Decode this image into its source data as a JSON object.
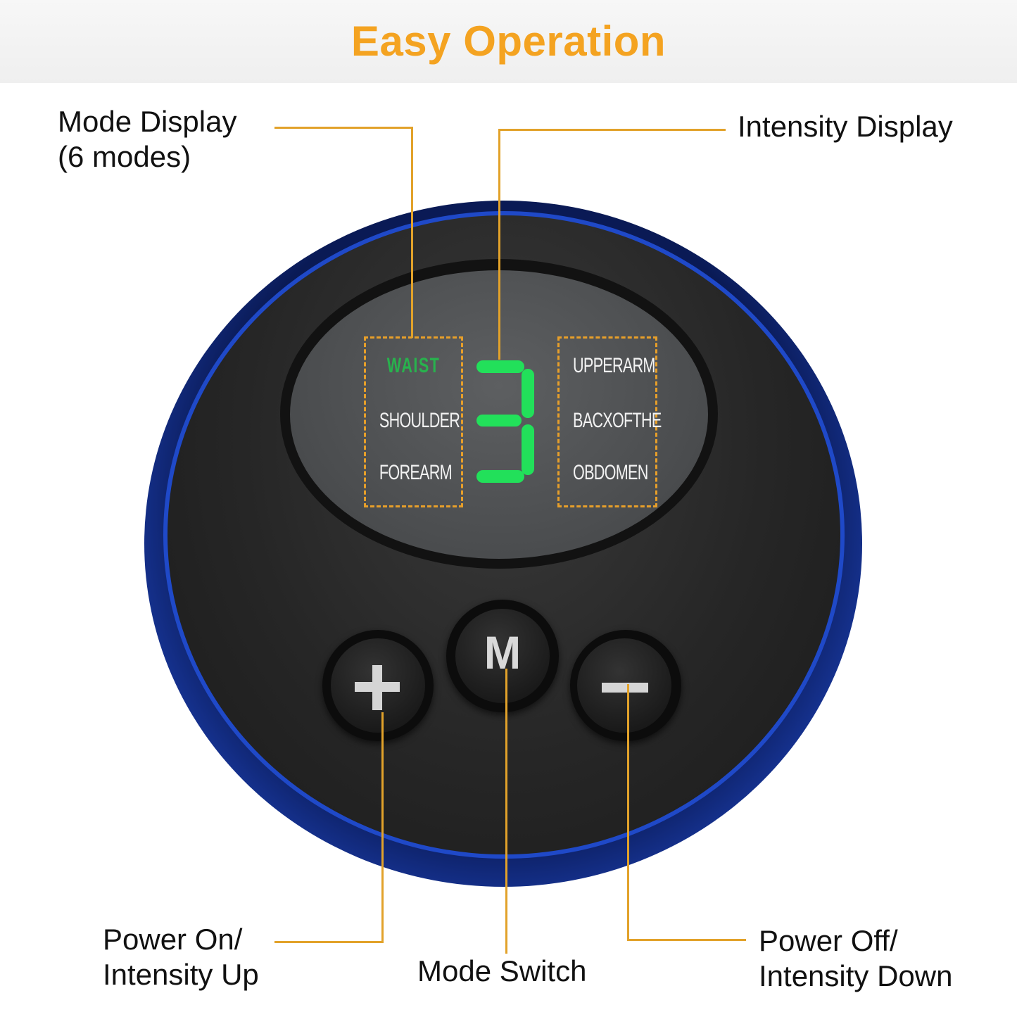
{
  "header": {
    "title": "Easy Operation"
  },
  "callouts": {
    "mode_display": {
      "line1": "Mode Display",
      "line2": "(6 modes)"
    },
    "intensity_display": {
      "label": "Intensity Display"
    },
    "power_on": {
      "line1": "Power On/",
      "line2": "Intensity Up"
    },
    "mode_switch": {
      "label": "Mode Switch"
    },
    "power_off": {
      "line1": "Power Off/",
      "line2": "Intensity Down"
    }
  },
  "device": {
    "intensity_value": "3",
    "modes_left": [
      {
        "label": "WAIST",
        "active": true
      },
      {
        "label": "SHOULDER",
        "active": false
      },
      {
        "label": "FOREARM",
        "active": false
      }
    ],
    "modes_right": [
      {
        "label": "UPPERARM",
        "active": false
      },
      {
        "label": "BACXOFTHE",
        "active": false
      },
      {
        "label": "OBDOMEN",
        "active": false
      }
    ],
    "buttons": {
      "plus": "+",
      "mode": "M",
      "minus": "−"
    }
  },
  "colors": {
    "title": "#f4a321",
    "callout_line": "#e2a22a",
    "display_green": "#22e05a",
    "rim_blue": "#1f49c8"
  }
}
